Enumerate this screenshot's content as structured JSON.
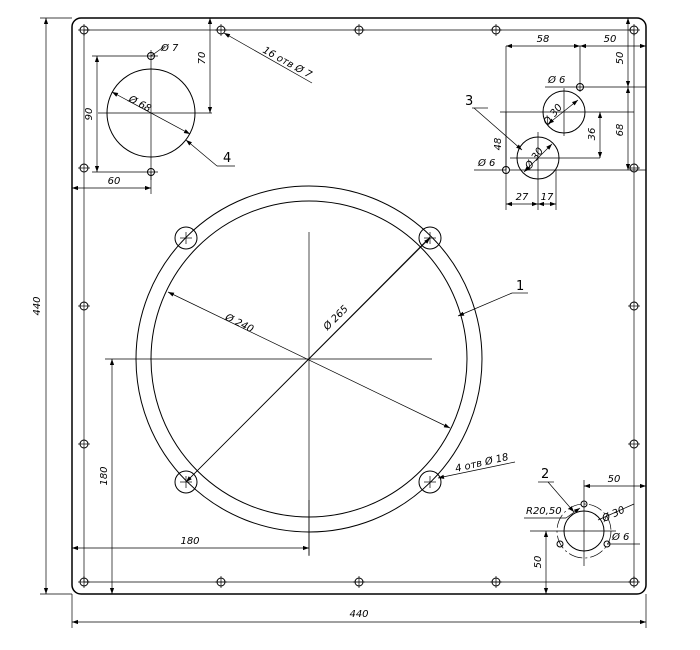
{
  "dimensions": {
    "overall_width": "440",
    "overall_height": "440",
    "bottom_left_180_horizontal": "180",
    "bottom_left_180_vertical": "180",
    "main_inner_diameter": "Ø 240",
    "main_outer_diameter": "Ø 265",
    "main_bolt_holes": "4 отв Ø 18",
    "top_left_offset_60": "60",
    "top_left_height_90": "90",
    "top_left_offset_70": "70",
    "top_left_hole_diameter": "Ø 68",
    "top_left_small_hole": "Ø 7",
    "perimeter_holes": "16 отв Ø 7",
    "top_right_58": "58",
    "top_right_50_horizontal": "50",
    "top_right_50_vertical": "50",
    "top_right_68": "68",
    "top_right_36": "36",
    "top_right_48": "48",
    "top_right_27": "27",
    "top_right_17": "17",
    "top_right_small_hole_a": "Ø 6",
    "top_right_small_hole_b": "Ø 6",
    "top_right_hole_30_a": "Ø 30",
    "top_right_hole_30_b": "Ø 30",
    "bottom_right_50_horizontal": "50",
    "bottom_right_50_vertical": "50",
    "bottom_right_radius": "R20,50",
    "bottom_right_hole": "Ø 30",
    "bottom_right_small_hole": "Ø 6"
  },
  "position_labels": {
    "item_1": "1",
    "item_2": "2",
    "item_3": "3",
    "item_4": "4"
  }
}
